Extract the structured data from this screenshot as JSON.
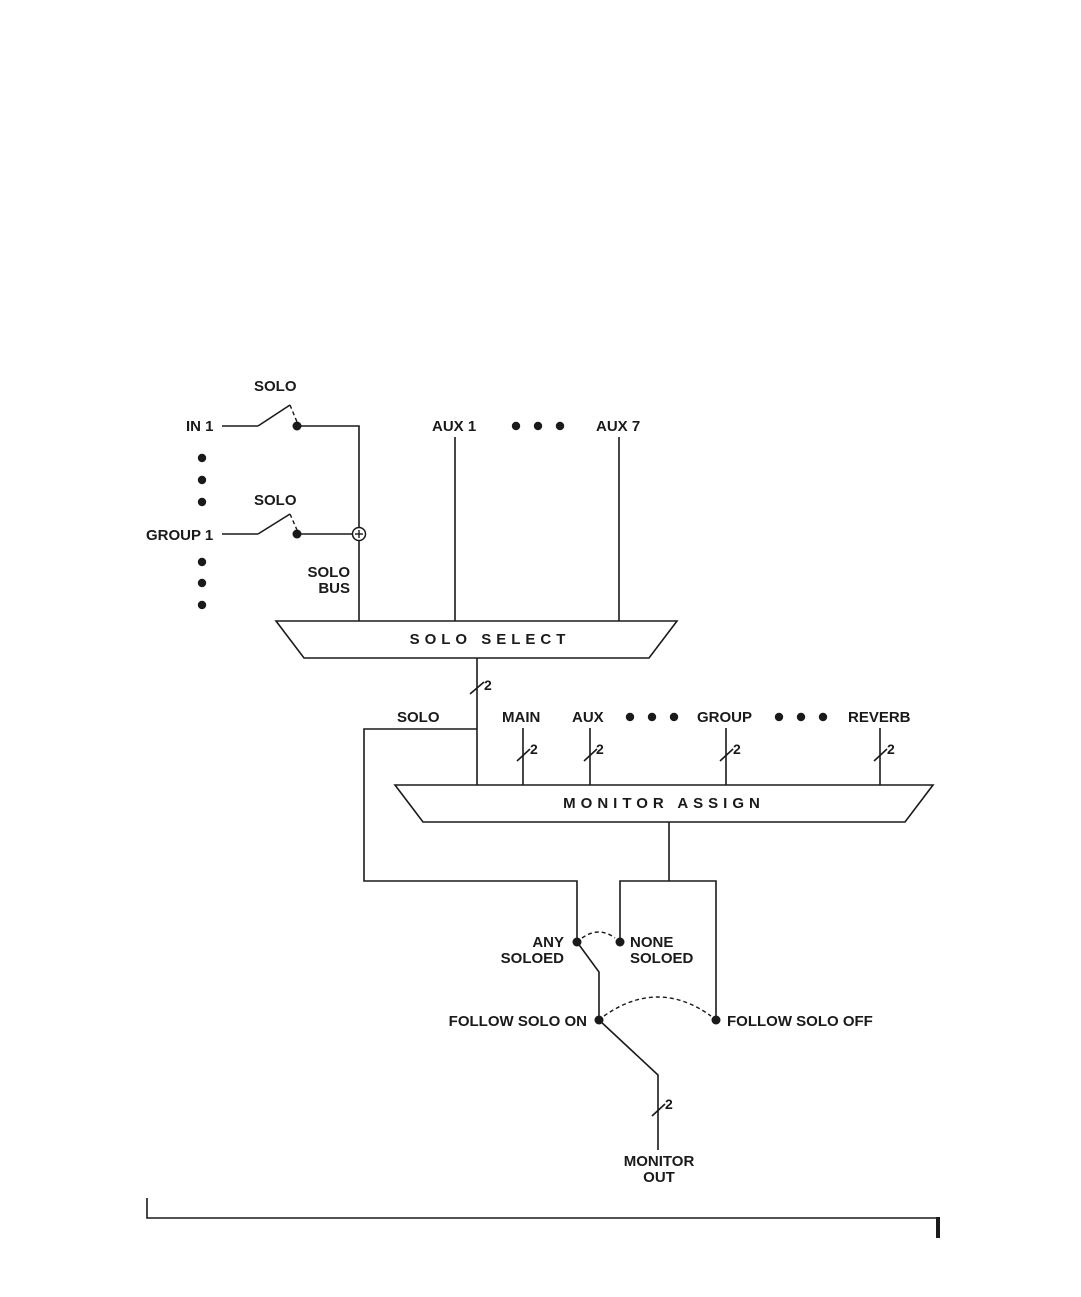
{
  "labels": {
    "solo_top": "SOLO",
    "in1": "IN 1",
    "solo_mid": "SOLO",
    "group1": "GROUP 1",
    "solo_bus_1": "SOLO",
    "solo_bus_2": "BUS",
    "aux1": "AUX 1",
    "aux7": "AUX 7",
    "solo_select": "SOLO SELECT",
    "solo_feed": "SOLO",
    "main": "MAIN",
    "aux": "AUX",
    "group": "GROUP",
    "reverb": "REVERB",
    "monitor_assign": "MONITOR ASSIGN",
    "any_1": "ANY",
    "any_2": "SOLOED",
    "none_1": "NONE",
    "none_2": "SOLOED",
    "follow_on": "FOLLOW SOLO ON",
    "follow_off": "FOLLOW SOLO OFF",
    "monitor_out_1": "MONITOR",
    "monitor_out_2": "OUT",
    "ch_solo_select": "2",
    "ch_main": "2",
    "ch_aux": "2",
    "ch_group": "2",
    "ch_reverb": "2",
    "ch_monitor_out": "2"
  }
}
